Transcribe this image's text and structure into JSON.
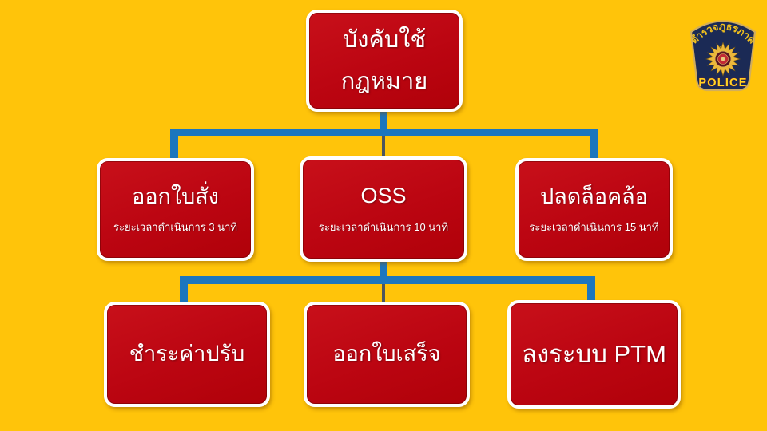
{
  "slide": {
    "background_color": "#FFC40A"
  },
  "org_chart": {
    "root": {
      "line1": "บังคับใช้",
      "line2": "กฎหมาย"
    },
    "level2": [
      {
        "title": "ออกใบสั่ง",
        "subtitle": "ระยะเวลาดำเนินการ 3 นาที"
      },
      {
        "title": "OSS",
        "subtitle": "ระยะเวลาดำเนินการ 10 นาที"
      },
      {
        "title": "ปลดล็อคล้อ",
        "subtitle": "ระยะเวลาดำเนินการ 15 นาที"
      }
    ],
    "level3": [
      {
        "title": "ชำระค่าปรับ"
      },
      {
        "title": "ออกใบเสร็จ"
      },
      {
        "title": "ลงระบบ PTM"
      }
    ],
    "colors": {
      "node_fill": "#BE0711",
      "node_border": "#FFFFFF",
      "connector_thick": "#1C76BE",
      "connector_thin": "#4D565E",
      "background": "#FFC40A"
    }
  },
  "badge": {
    "arc_text": "ตำรวจภูธรภาค",
    "region_numeral": "๖",
    "bottom_text": "POLICE"
  }
}
